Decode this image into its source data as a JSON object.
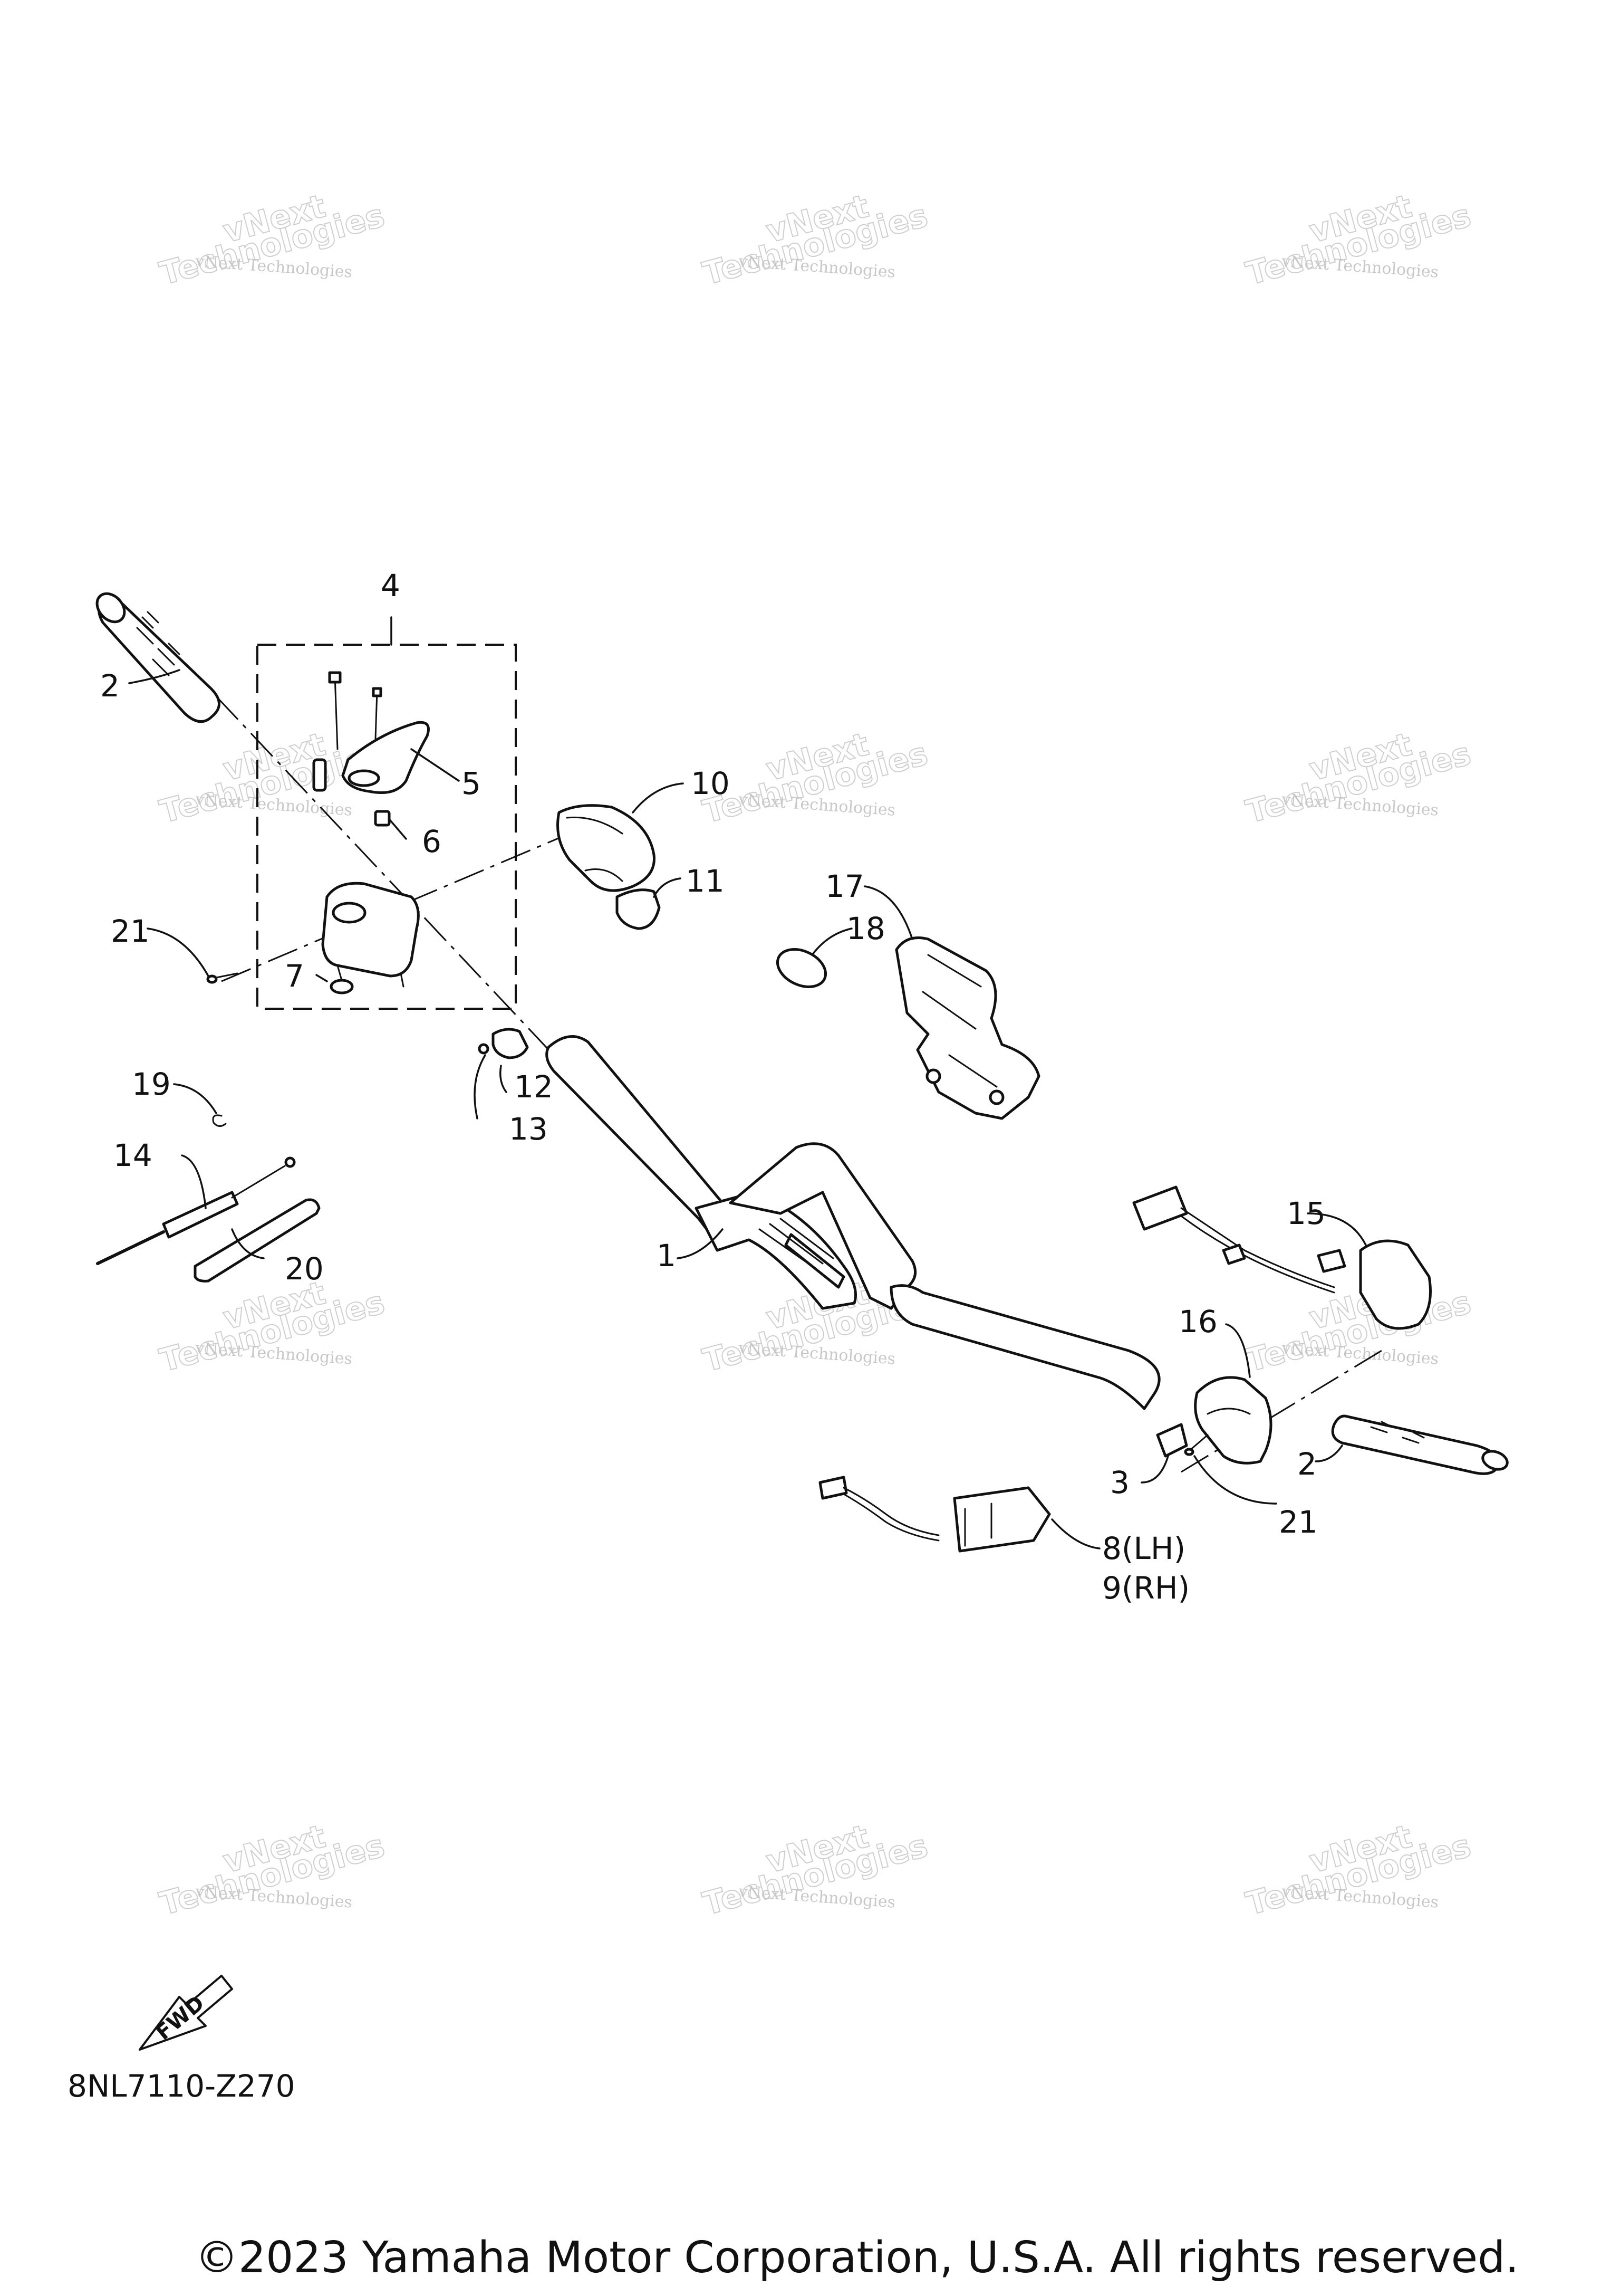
{
  "diagram": {
    "callouts": [
      {
        "id": "c1",
        "label": "1"
      },
      {
        "id": "c2a",
        "label": "2"
      },
      {
        "id": "c2b",
        "label": "2"
      },
      {
        "id": "c3",
        "label": "3"
      },
      {
        "id": "c4",
        "label": "4"
      },
      {
        "id": "c5",
        "label": "5"
      },
      {
        "id": "c6",
        "label": "6"
      },
      {
        "id": "c7",
        "label": "7"
      },
      {
        "id": "c8",
        "label": "8(LH)"
      },
      {
        "id": "c9",
        "label": "9(RH)"
      },
      {
        "id": "c10",
        "label": "10"
      },
      {
        "id": "c11",
        "label": "11"
      },
      {
        "id": "c12",
        "label": "12"
      },
      {
        "id": "c13",
        "label": "13"
      },
      {
        "id": "c14",
        "label": "14"
      },
      {
        "id": "c15",
        "label": "15"
      },
      {
        "id": "c16",
        "label": "16"
      },
      {
        "id": "c17",
        "label": "17"
      },
      {
        "id": "c18",
        "label": "18"
      },
      {
        "id": "c19",
        "label": "19"
      },
      {
        "id": "c20",
        "label": "20"
      },
      {
        "id": "c21a",
        "label": "21"
      },
      {
        "id": "c21b",
        "label": "21"
      }
    ],
    "watermark": {
      "small": "vNext Technologies",
      "big_top": "vNext",
      "big_bottom": "Technologies"
    },
    "fwd_label": "FWD",
    "drawing_code": "8NL7110-Z270"
  },
  "footer": {
    "copyright": "©2023 Yamaha Motor Corporation, U.S.A. All rights reserved."
  }
}
